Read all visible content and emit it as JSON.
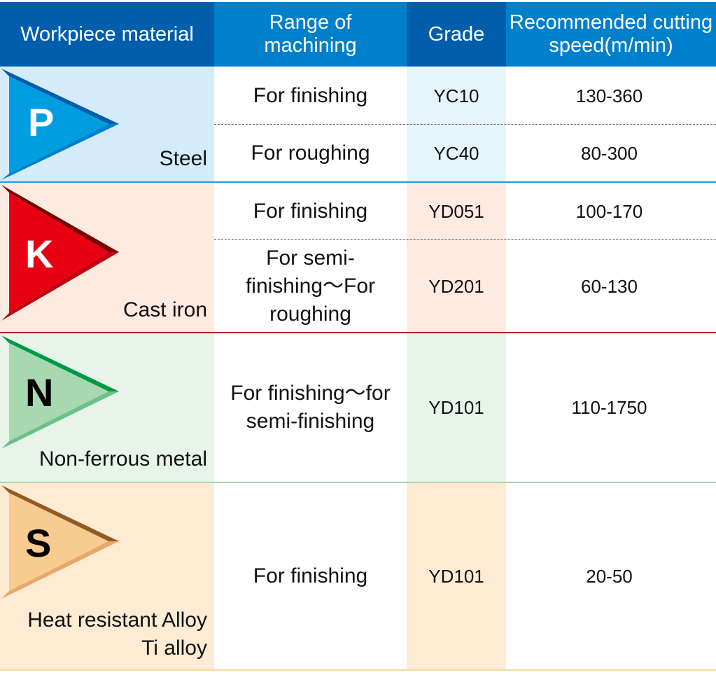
{
  "header": {
    "material": "Workpiece material",
    "range": "Range of machining",
    "grade": "Grade",
    "speed": "Recommended cutting speed(m/min)"
  },
  "rows": [
    {
      "letter": "P",
      "material": "Steel",
      "colors": {
        "main": "#009de0",
        "top": "#005eae",
        "bottom": "#0080ca"
      },
      "sub": [
        {
          "range": "For finishing",
          "grade": "YC10",
          "speed": "130-360"
        },
        {
          "range": "For roughing",
          "grade": "YC40",
          "speed": "80-300"
        }
      ]
    },
    {
      "letter": "K",
      "material": "Cast iron",
      "colors": {
        "main": "#e60012",
        "top": "#7d0000",
        "bottom": "#c0000f"
      },
      "sub": [
        {
          "range": "For finishing",
          "grade": "YD051",
          "speed": "100-170"
        },
        {
          "range": "For semi-finishing～For roughing",
          "grade": "YD201",
          "speed": "60-130"
        }
      ]
    },
    {
      "letter": "N",
      "material": "Non-ferrous metal",
      "colors": {
        "main": "#a8d8b0",
        "top": "#009944",
        "bottom": "#6cc08a"
      },
      "sub": [
        {
          "range": "For finishing～for semi-finishing",
          "grade": "YD101",
          "speed": "110-1750"
        }
      ]
    },
    {
      "letter": "S",
      "material": "Heat resistant Alloy Ti alloy",
      "colors": {
        "main": "#f8cb90",
        "top": "#955a24",
        "bottom": "#e8a86a"
      },
      "sub": [
        {
          "range": "For finishing",
          "grade": "YD101",
          "speed": "20-50"
        }
      ]
    }
  ]
}
